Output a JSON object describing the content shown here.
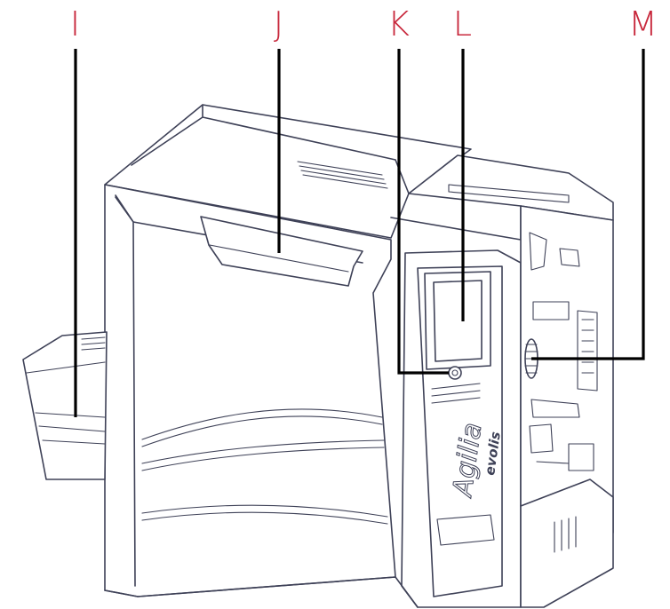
{
  "callouts": [
    {
      "id": "I",
      "label": "I",
      "target": "card output hopper"
    },
    {
      "id": "J",
      "label": "J",
      "target": "cover handle"
    },
    {
      "id": "K",
      "label": "K",
      "target": "control button"
    },
    {
      "id": "L",
      "label": "L",
      "target": "control panel screen"
    },
    {
      "id": "M",
      "label": "M",
      "target": "cleaning roller / cartridge"
    }
  ],
  "product": {
    "model_text": "Agilia",
    "brand_text": "evolis"
  },
  "colors": {
    "callout_label": "#c8283c",
    "leader_line": "#000000",
    "device_outline": "#3e4157",
    "background": "#ffffff"
  }
}
